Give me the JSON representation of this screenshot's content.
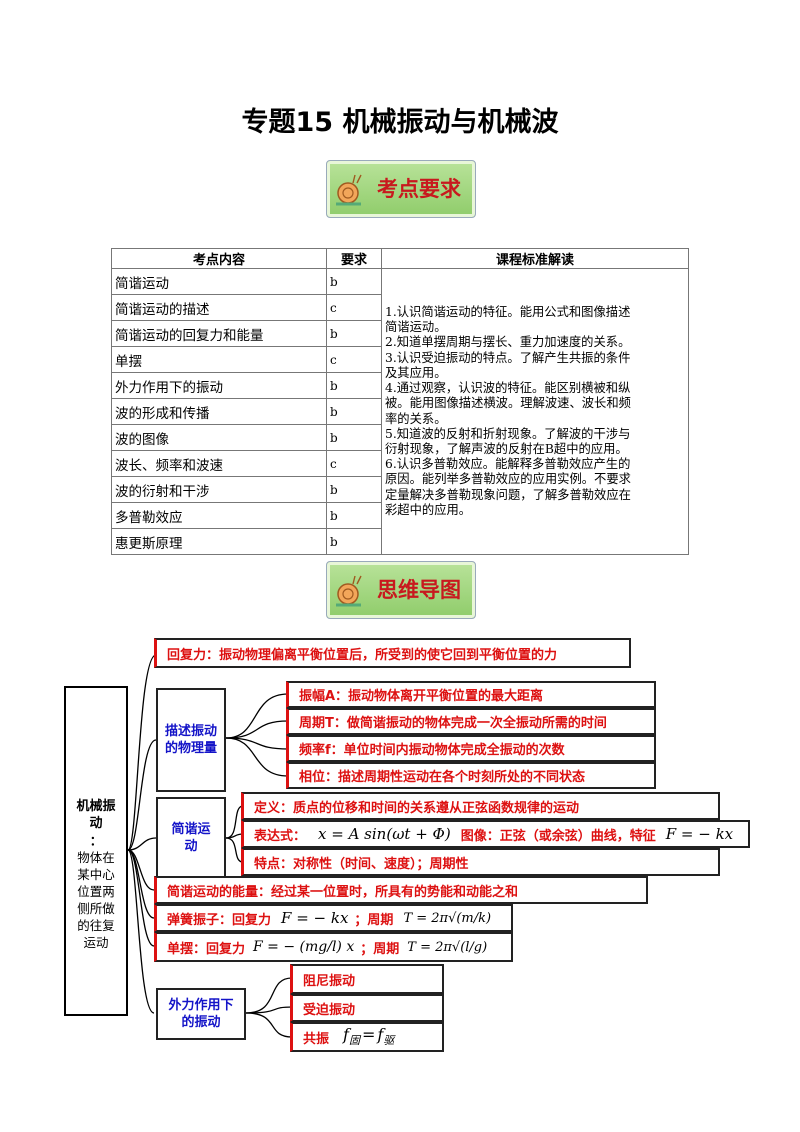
{
  "title": "专题15  机械振动与机械波",
  "badges": {
    "requirements": "考点要求",
    "mindmap": "思维导图"
  },
  "table": {
    "headers": [
      "考点内容",
      "要求",
      "课程标准解读"
    ],
    "rows": [
      {
        "topic": "简谐运动",
        "level": "b"
      },
      {
        "topic": "简谐运动的描述",
        "level": "c"
      },
      {
        "topic": "简谐运动的回复力和能量",
        "level": "b"
      },
      {
        "topic": "单摆",
        "level": "c"
      },
      {
        "topic": "外力作用下的振动",
        "level": "b"
      },
      {
        "topic": "波的形成和传播",
        "level": "b"
      },
      {
        "topic": "波的图像",
        "level": "b"
      },
      {
        "topic": "波长、频率和波速",
        "level": "c"
      },
      {
        "topic": "波的衍射和干涉",
        "level": "b"
      },
      {
        "topic": "多普勒效应",
        "level": "b"
      },
      {
        "topic": "惠更斯原理",
        "level": "b"
      }
    ],
    "standard_lines": [
      "1.认识简谐运动的特征。能用公式和图像描述",
      "简谐运动。",
      "2.知道单摆周期与摆长、重力加速度的关系。",
      "3.认识受迫振动的特点。了解产生共振的条件",
      "及其应用。",
      "4.通过观察，认识波的特征。能区别横被和纵",
      "被。能用图像描述横波。理解波速、波长和频",
      "率的关系。",
      "5.知道波的反射和折射现象。了解波的干涉与",
      "衍射现象，了解声波的反射在B超中的应用。",
      "6.认识多普勒效应。能解释多普勒效应产生的",
      "原因。能列举多普勒效应的应用实例。不要求",
      "定量解决多普勒现象问题，了解多普勒效应在",
      "彩超中的应用。"
    ]
  },
  "mindmap": {
    "root_title": "机械振动",
    "root_colon": "：",
    "root_desc": "物体在某中心位置两侧所做的往复运动",
    "restoring_force": "回复力：振动物理偏离平衡位置后，所受到的使它回到平衡位置的力",
    "describe_group": "描述振动的物理量",
    "amplitude": "振幅A：振动物体离开平衡位置的最大距离",
    "period": "周期T：做简谐振动的物体完成一次全振动所需的时间",
    "frequency": "频率f：单位时间内振动物体完成全振动的次数",
    "phase": "相位：描述周期性运动在各个时刻所处的不同状态",
    "shm_group": "简谐运动",
    "definition": "定义：质点的位移和时间的关系遵从正弦函数规律的运动",
    "expr_label": "表达式：",
    "expr_formula": "x = A sin(ωt + Φ)",
    "graph_label": "图像：正弦（或余弦）曲线，特征",
    "graph_formula": "F = − kx",
    "features": "特点：对称性（时间、速度）；周期性",
    "energy": "简谐运动的能量：经过某一位置时，所具有的势能和动能之和",
    "spring_label": "弹簧振子：回复力",
    "spring_force": "F = − kx",
    "spring_period_label": "；周期",
    "spring_period": "T = 2π√(m/k)",
    "pendulum_label": "单摆：回复力",
    "pendulum_force": "F = − (mg/l) x",
    "pendulum_period_label": "；周期",
    "pendulum_period": "T = 2π√(l/g)",
    "external_group": "外力作用下的振动",
    "damped": "阻尼振动",
    "forced": "受迫振动",
    "resonance_label": "共振",
    "resonance_formula_lhs": "f",
    "resonance_sub_lhs": "固",
    "resonance_eq": "=",
    "resonance_formula_rhs": "f",
    "resonance_sub_rhs": "驱"
  },
  "colors": {
    "red": "#d11111",
    "blue": "#1414c8",
    "badge_green": "#8fcc6a"
  }
}
